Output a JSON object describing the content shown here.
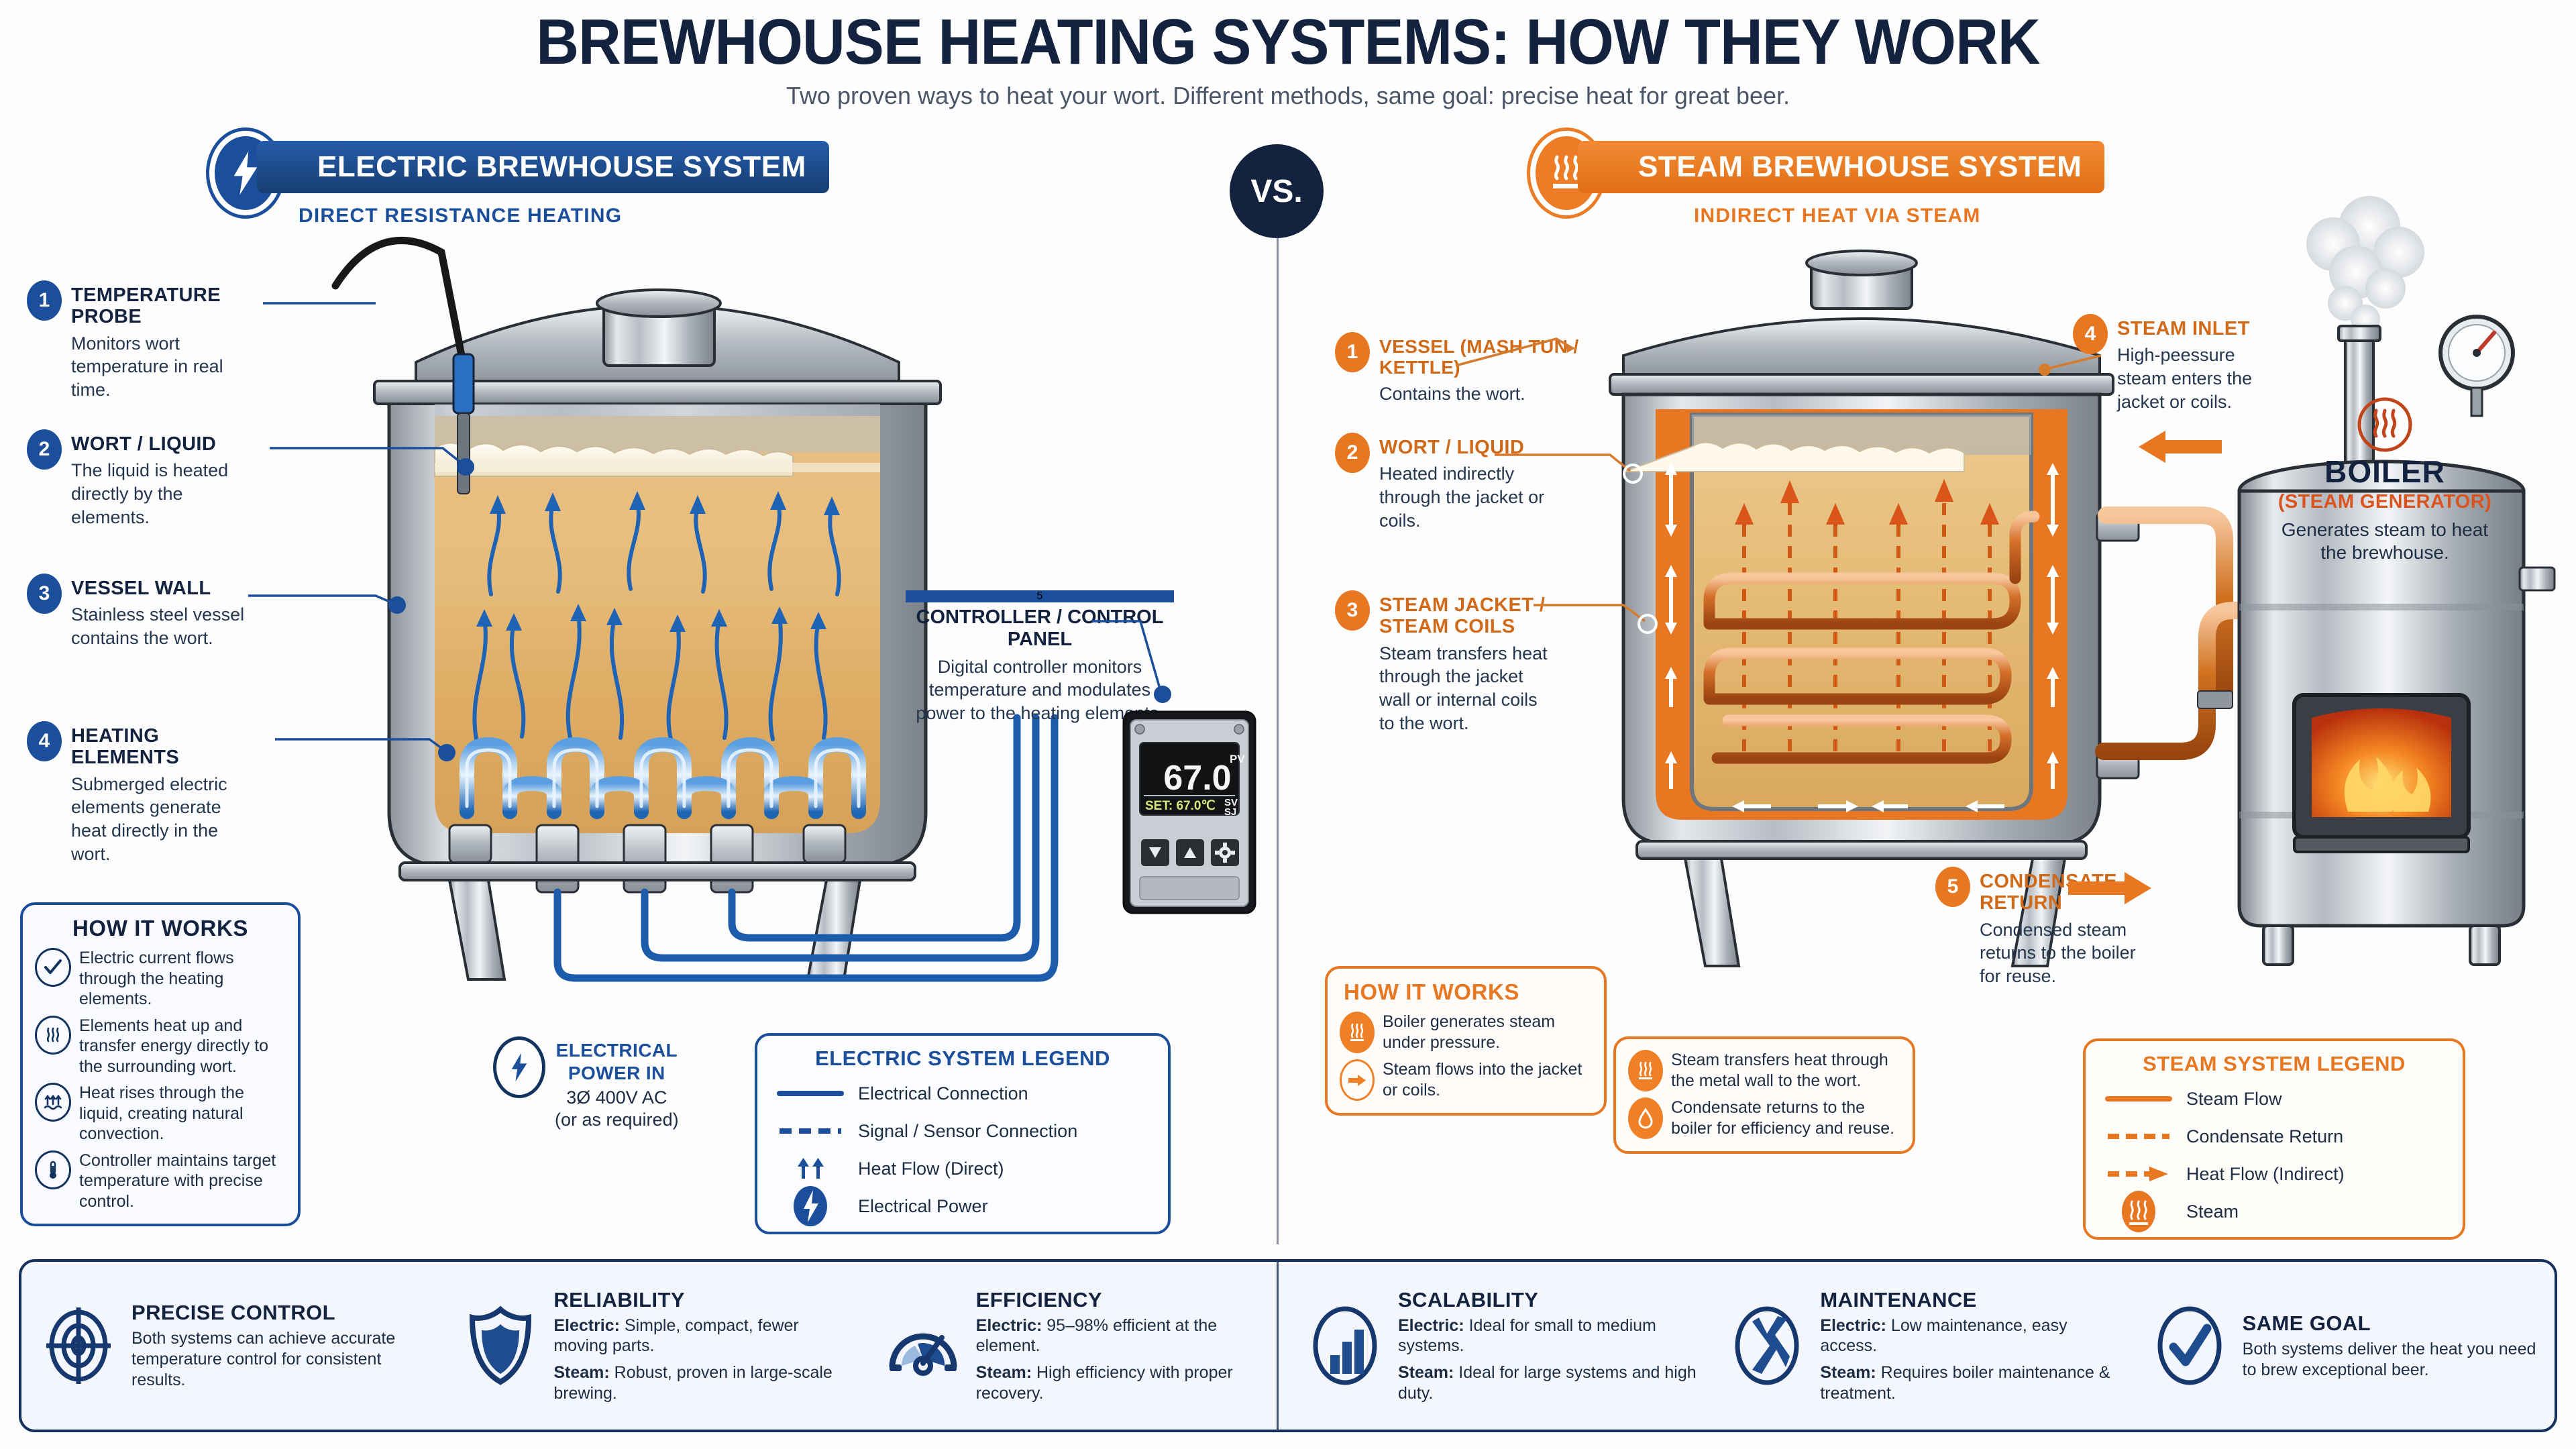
{
  "header": {
    "title": "BREWHOUSE HEATING SYSTEMS: HOW THEY WORK",
    "subtitle": "Two proven ways to heat your wort. Different methods, same goal: precise heat for great beer.",
    "vs_label": "VS."
  },
  "colors": {
    "electric_blue": "#1b4f9c",
    "electric_navy": "#13233f",
    "steam_orange": "#e87722",
    "panel_bg": "#f3f6fd"
  },
  "electric": {
    "badge_title": "ELECTRIC BREWHOUSE SYSTEM",
    "badge_subtitle": "DIRECT RESISTANCE HEATING",
    "badge_icon": "lightning-bolt-icon",
    "callouts": [
      {
        "num": "1",
        "title": "TEMPERATURE PROBE",
        "body": "Monitors wort temperature in real time."
      },
      {
        "num": "2",
        "title": "WORT / LIQUID",
        "body": "The liquid is heated directly by the elements."
      },
      {
        "num": "3",
        "title": "VESSEL WALL",
        "body": "Stainless steel vessel contains the wort."
      },
      {
        "num": "4",
        "title": "HEATING ELEMENTS",
        "body": "Submerged electric elements generate heat directly in the wort."
      },
      {
        "num": "5",
        "title": "CONTROLLER / CONTROL PANEL",
        "body": "Digital controller monitors temperature and modulates power to the heating elements."
      }
    ],
    "how_it_works": {
      "heading": "HOW IT WORKS",
      "items": [
        {
          "icon": "check-circle-icon",
          "text": "Electric current flows through the heating elements."
        },
        {
          "icon": "heat-waves-icon",
          "text": "Elements heat up and transfer energy directly to the surrounding wort."
        },
        {
          "icon": "convection-arrows-icon",
          "text": "Heat rises through the liquid, creating natural convection."
        },
        {
          "icon": "thermometer-icon",
          "text": "Controller maintains target temperature with precise control."
        }
      ]
    },
    "power_in": {
      "icon": "lightning-bolt-icon",
      "title_line1": "ELECTRICAL",
      "title_line2": "POWER IN",
      "value": "3Ø 400V AC",
      "note": "(or as required)"
    },
    "legend": {
      "heading": "ELECTRIC SYSTEM LEGEND",
      "items": [
        {
          "symbol": "solid-line",
          "label": "Electrical Connection"
        },
        {
          "symbol": "dashed-line",
          "label": "Signal / Sensor Connection"
        },
        {
          "symbol": "up-arrows",
          "label": "Heat Flow (Direct)"
        },
        {
          "symbol": "bolt-badge",
          "label": "Electrical Power"
        }
      ]
    },
    "controller": {
      "pv_value": "67.0",
      "pv_label": "PV",
      "sv_text": "SET: 67.0℃",
      "sv_label": "SV",
      "sv_label2": "SJ",
      "buttons": [
        "down-button",
        "up-button",
        "gear-button"
      ]
    }
  },
  "steam": {
    "badge_title": "STEAM BREWHOUSE SYSTEM",
    "badge_subtitle": "INDIRECT HEAT VIA STEAM",
    "badge_icon": "heat-waves-icon",
    "callouts": [
      {
        "num": "1",
        "title": "VESSEL (MASH TUN / KETTLE)",
        "body": "Contains the wort."
      },
      {
        "num": "2",
        "title": "WORT / LIQUID",
        "body": "Heated indirectly through the jacket or coils."
      },
      {
        "num": "3",
        "title": "STEAM JACKET / STEAM COILS",
        "body": "Steam transfers heat through the jacket wall or internal coils to the wort."
      },
      {
        "num": "4",
        "title": "STEAM INLET",
        "body": "High-peessure steam enters the jacket or coils."
      },
      {
        "num": "5",
        "title": "CONDENSATE RETURN",
        "body": "Condensed steam returns to the boiler for reuse."
      }
    ],
    "boiler": {
      "icon": "heat-waves-icon",
      "name": "BOILER",
      "sub": "(STEAM GENERATOR)",
      "desc": "Generates steam to heat the brewhouse."
    },
    "how_it_works": {
      "heading": "HOW IT WORKS",
      "items_left": [
        {
          "icon": "heat-waves-icon",
          "text": "Boiler generates steam under pressure."
        },
        {
          "icon": "arrow-right-circle-icon",
          "text": "Steam flows into the jacket or coils."
        }
      ],
      "items_right": [
        {
          "icon": "heat-waves-icon",
          "text": "Steam transfers heat through the metal wall to the wort."
        },
        {
          "icon": "droplet-icon",
          "text": "Condensate returns to the boiler for efficiency and reuse."
        }
      ]
    },
    "legend": {
      "heading": "STEAM SYSTEM LEGEND",
      "items": [
        {
          "symbol": "solid-line",
          "label": "Steam Flow"
        },
        {
          "symbol": "dashed-line",
          "label": "Condensate Return"
        },
        {
          "symbol": "dashed-arrow",
          "label": "Heat Flow (Indirect)"
        },
        {
          "symbol": "steam-badge",
          "label": "Steam"
        }
      ]
    }
  },
  "comparison": [
    {
      "icon": "target-icon",
      "title": "PRECISE CONTROL",
      "lines": [
        {
          "bold": "",
          "text": "Both systems can achieve accurate temperature control for consistent results."
        }
      ]
    },
    {
      "icon": "shield-icon",
      "title": "RELIABILITY",
      "lines": [
        {
          "bold": "Electric:",
          "text": " Simple, compact, fewer moving parts."
        },
        {
          "bold": "Steam:",
          "text": " Robust, proven in large-scale brewing."
        }
      ]
    },
    {
      "icon": "gauge-icon",
      "title": "EFFICIENCY",
      "lines": [
        {
          "bold": "Electric:",
          "text": " 95–98% efficient at the element."
        },
        {
          "bold": "Steam:",
          "text": " High efficiency with proper recovery."
        }
      ]
    },
    {
      "icon": "bar-chart-icon",
      "title": "SCALABILITY",
      "lines": [
        {
          "bold": "Electric:",
          "text": " Ideal for small to medium systems."
        },
        {
          "bold": "Steam:",
          "text": " Ideal for large systems and high duty."
        }
      ]
    },
    {
      "icon": "wrench-icon",
      "title": "MAINTENANCE",
      "lines": [
        {
          "bold": "Electric:",
          "text": " Low maintenance, easy access."
        },
        {
          "bold": "Steam:",
          "text": " Requires boiler maintenance & treatment."
        }
      ]
    },
    {
      "icon": "check-circle-icon",
      "title": "SAME GOAL",
      "lines": [
        {
          "bold": "",
          "text": "Both systems deliver the heat you need to brew exceptional beer."
        }
      ]
    }
  ]
}
